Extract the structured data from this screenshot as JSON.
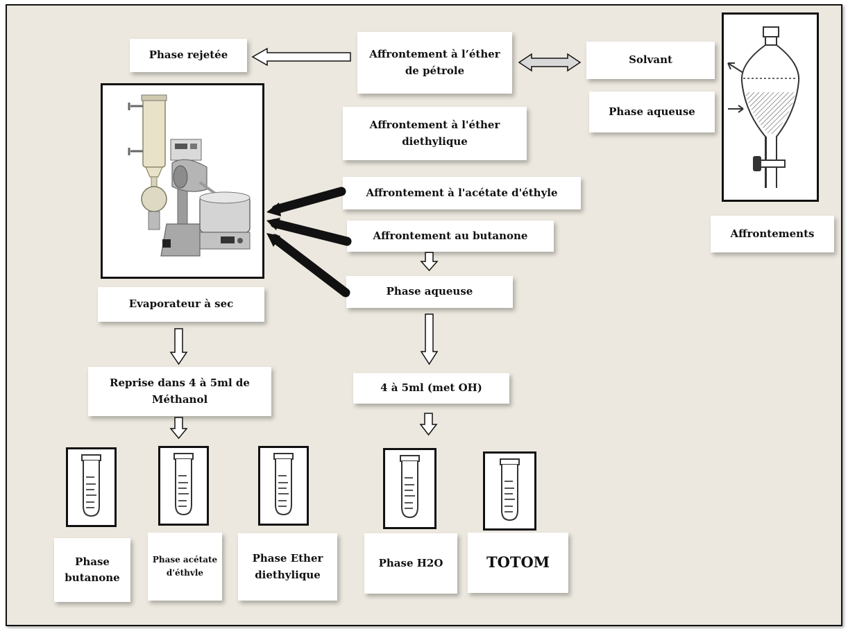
{
  "labels": {
    "phase_rejetee": "Phase rejetée",
    "affrontement_ether_petrole": "Affrontement à l’éther de pétrole",
    "solvant": "Solvant",
    "phase_aqueuse_top": "Phase aqueuse",
    "affrontement_ether_diethylique": "Affrontement à l'éther diethylique",
    "affrontement_acetate": "Affrontement à l'acétate d'éthyle",
    "affrontement_butanone": "Affrontement au butanone",
    "phase_aqueuse_mid": "Phase aqueuse",
    "evaporateur": "Evaporateur à sec",
    "affrontements": "Affrontements",
    "reprise": "Reprise dans 4 à 5ml de Méthanol",
    "met_oh": "4 à 5ml (met OH)",
    "phase_butanone": "Phase butanone",
    "phase_acetate": "Phase acétate d'éthvle",
    "phase_ether_diethylique": "Phase Ether diethylique",
    "phase_h2o": "Phase H2O",
    "totom": "TOTOM"
  },
  "colors": {
    "background": "#ece8df",
    "box_fill": "#ffffff",
    "arrow_outline": "#111111",
    "arrow_fill_double": "#d9d9d9",
    "thick_arrow": "#111111"
  },
  "icons": {
    "evaporator": "rotary-evaporator-icon",
    "funnel": "separatory-funnel-icon",
    "tube": "test-tube-icon"
  }
}
